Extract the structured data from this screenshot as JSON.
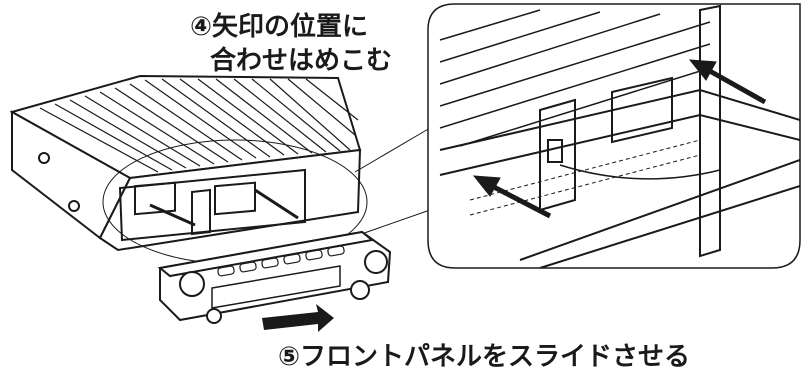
{
  "captions": {
    "step4_line1": "④矢印の位置に",
    "step4_line2": "合わせはめこむ",
    "step5": "⑤フロントパネルをスライドさせる"
  },
  "colors": {
    "line": "#1a1a1a",
    "background": "#ffffff",
    "shade": "#d9d9d9"
  },
  "icons": {
    "arrow_main": "arrow-right-icon",
    "arrow_zoom": "arrow-diagonal-icon"
  }
}
